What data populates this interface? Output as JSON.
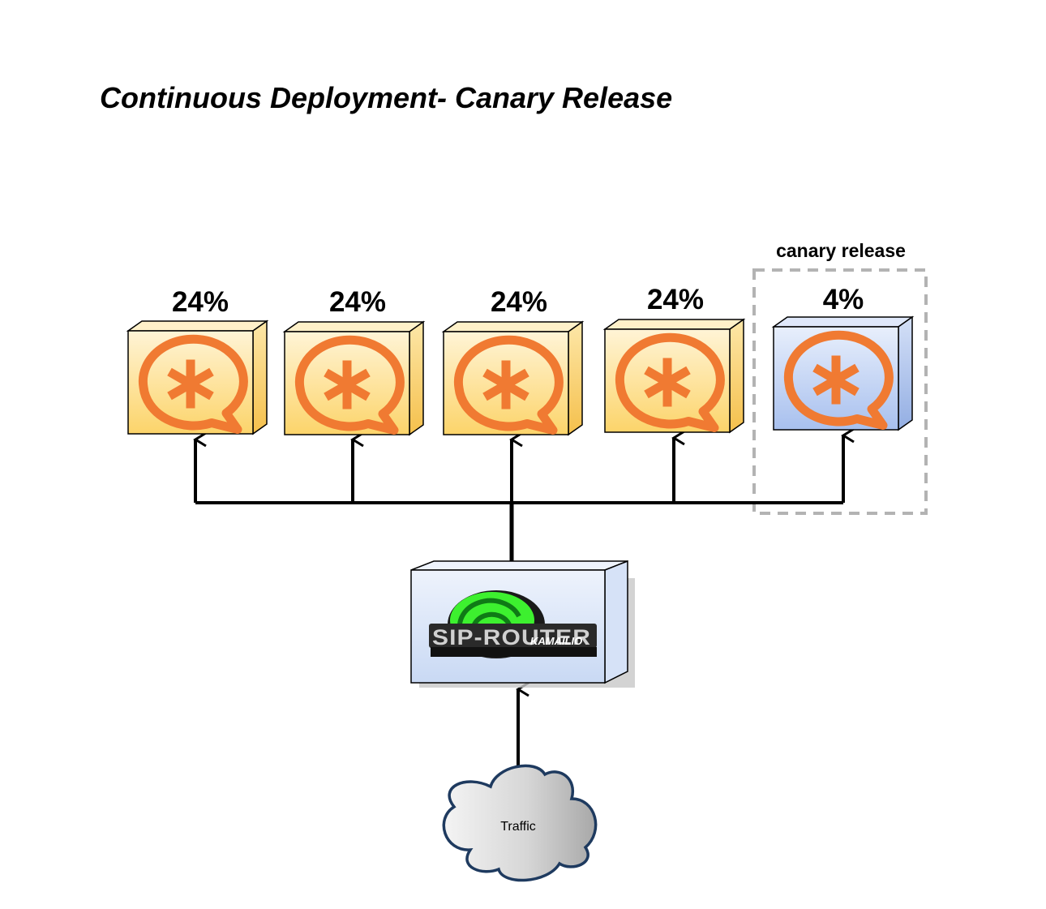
{
  "title": "Continuous Deployment-  Canary Release",
  "canary_label": "canary release",
  "servers": [
    {
      "percent": "24%",
      "variant": "stable"
    },
    {
      "percent": "24%",
      "variant": "stable"
    },
    {
      "percent": "24%",
      "variant": "stable"
    },
    {
      "percent": "24%",
      "variant": "stable"
    },
    {
      "percent": "4%",
      "variant": "canary"
    }
  ],
  "router": {
    "logo_text": "SIP-ROUTER",
    "brand": "KAMAILIO"
  },
  "traffic_label": "Traffic",
  "colors": {
    "stable_box_top": "#fff2cf",
    "stable_box_bottom": "#fcd46e",
    "canary_box_top": "#e6eefc",
    "canary_box_bottom": "#a9c1ef",
    "asterisk_orange": "#f07a32",
    "router_green": "#38e52c",
    "cloud_border": "#1e3a5f",
    "dashed_border": "#b3b3b3"
  },
  "icons": {
    "server_logo": "asterisk-logo-icon",
    "router_logo": "sip-router-kamailio-logo",
    "cloud": "cloud-icon"
  }
}
